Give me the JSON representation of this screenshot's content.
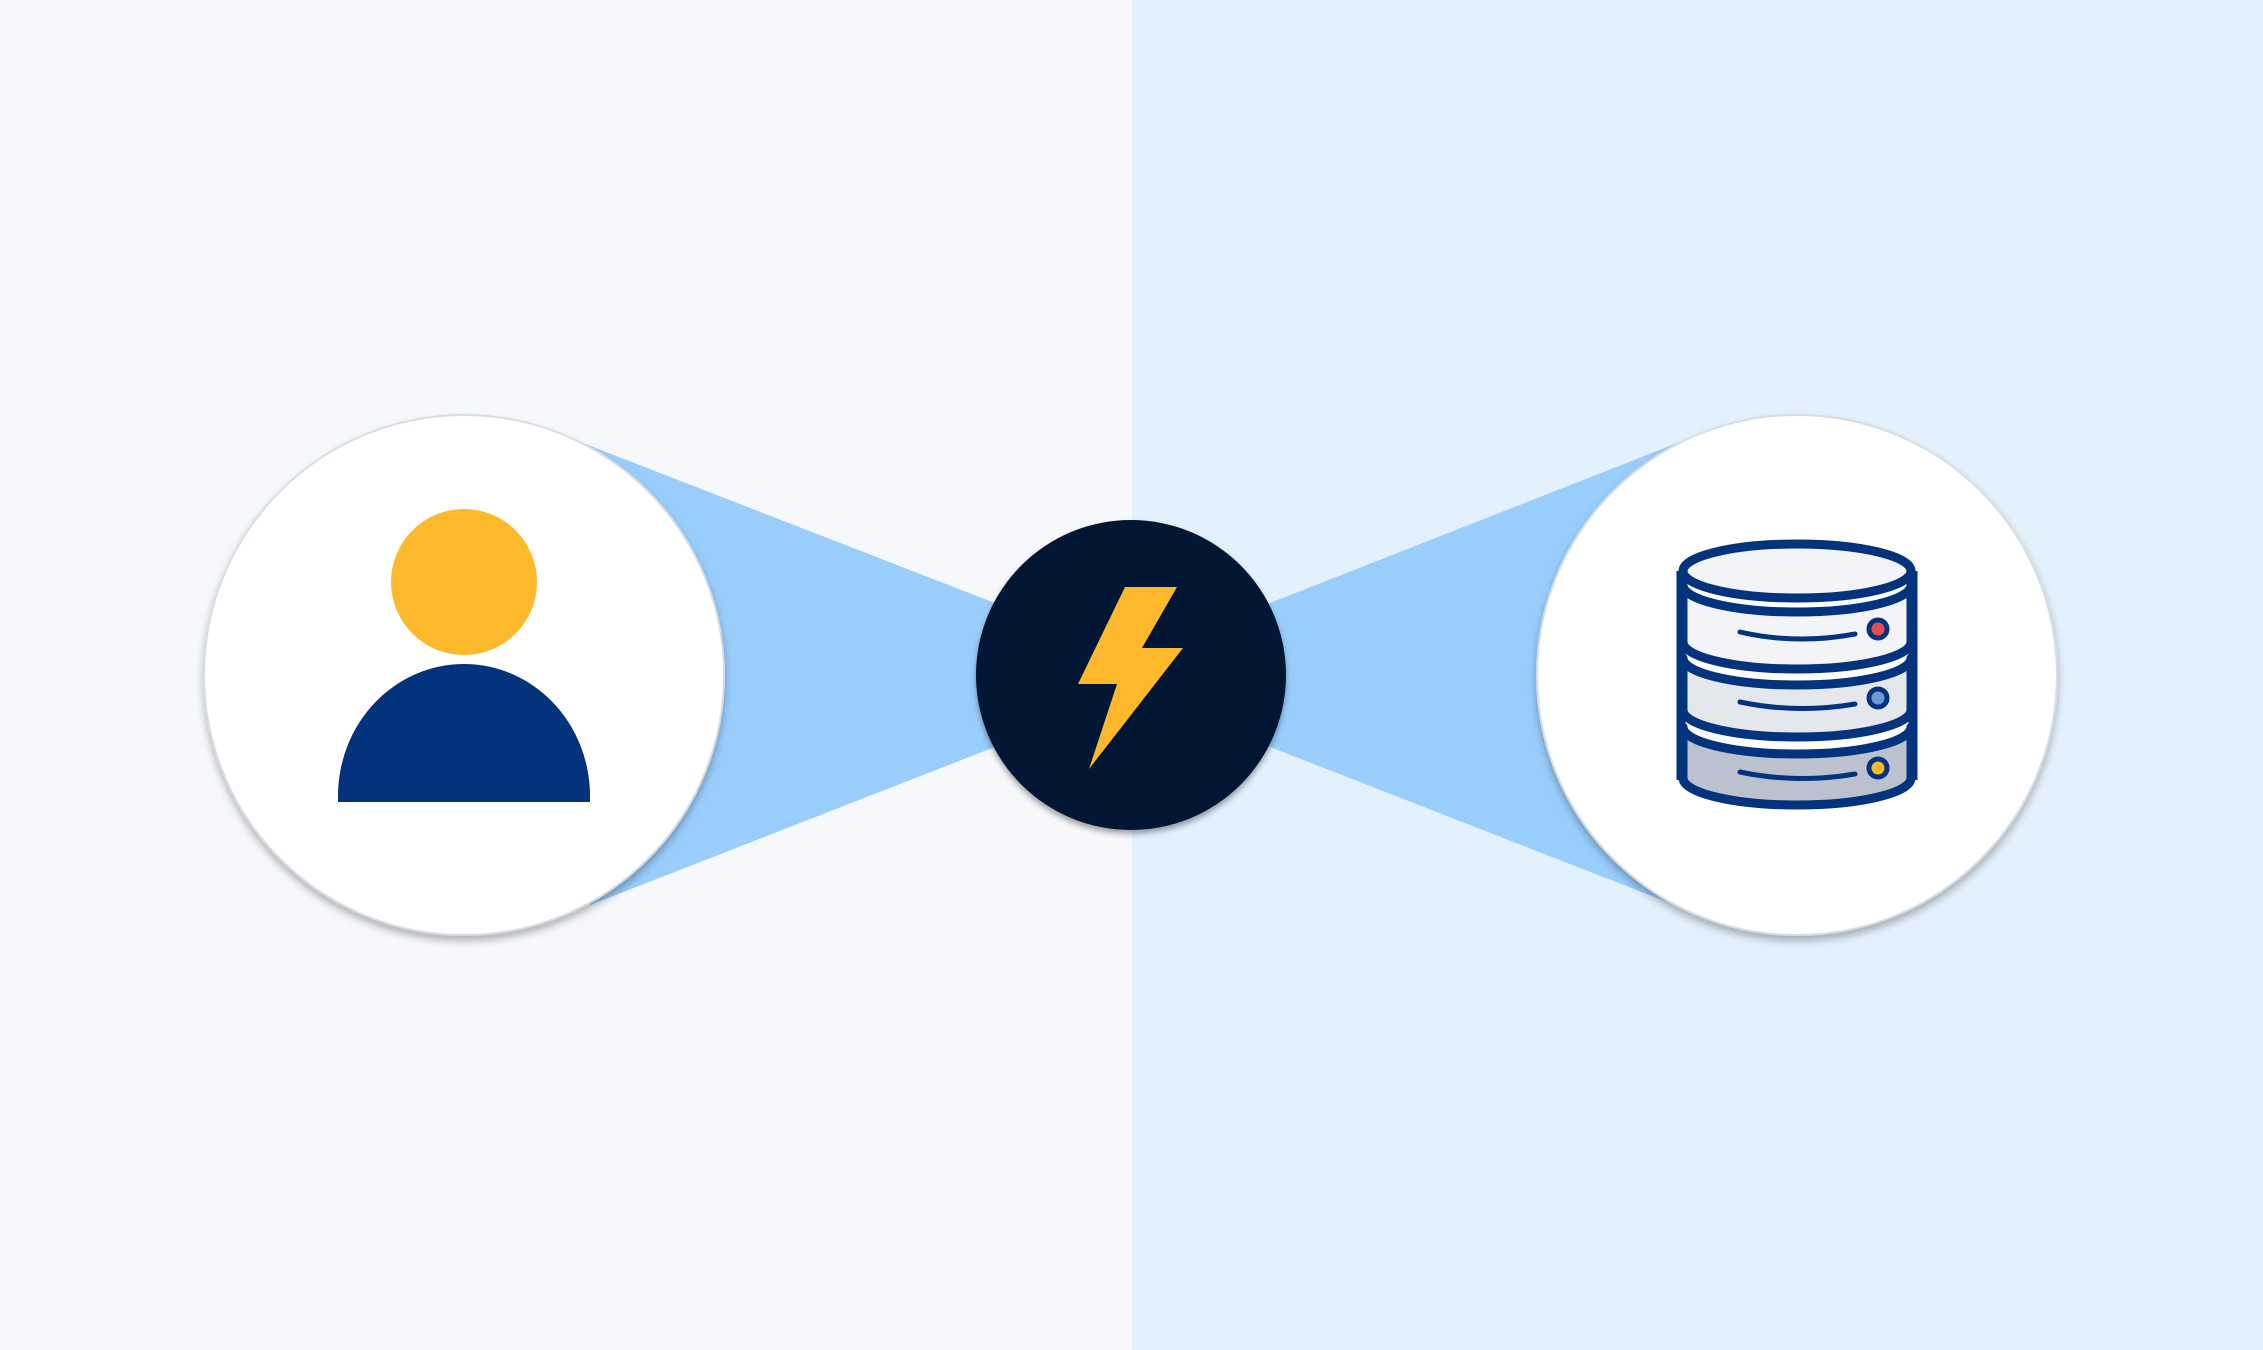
{
  "colors": {
    "left_background": "#f6f8fb",
    "right_background": "#e3f1fd",
    "connector": "#99cdfc",
    "node_fill": "#ffffff",
    "node_border": "#d8dde3",
    "hub_fill": "#021632",
    "bolt": "#fdb82c",
    "person_head": "#fdb82c",
    "person_body": "#02337c",
    "db_outline": "#02337c",
    "db_light": "#f2f4f7",
    "db_mid": "#e4e7ec",
    "db_dark": "#bcc1cf",
    "db_led_red": "#e84a4f",
    "db_led_blue": "#6c9ad5",
    "db_led_yellow": "#fdb82c"
  },
  "nodes": [
    {
      "id": "user",
      "icon": "user-icon"
    },
    {
      "id": "hub",
      "icon": "lightning-bolt-icon"
    },
    {
      "id": "database",
      "icon": "database-icon"
    }
  ],
  "edges": [
    {
      "from": "user",
      "to": "hub"
    },
    {
      "from": "hub",
      "to": "database"
    }
  ]
}
